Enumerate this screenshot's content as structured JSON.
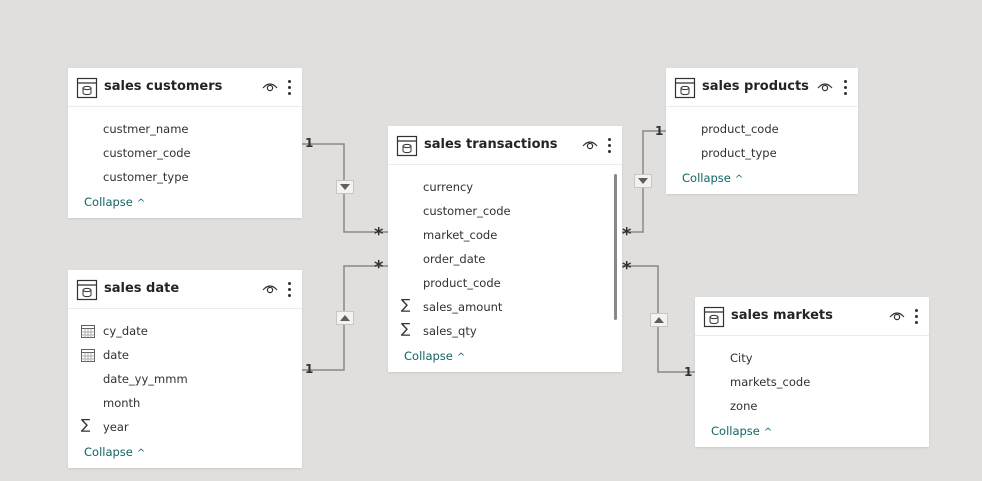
{
  "canvas": {
    "background": "#e1dfdd",
    "link_color": "#8a8886",
    "collapse_color": "#106466"
  },
  "tables": {
    "sales_customers": {
      "title": "sales customers",
      "fields": [
        "custmer_name",
        "customer_code",
        "customer_type"
      ],
      "collapse_label": "Collapse"
    },
    "sales_date": {
      "title": "sales date",
      "fields": [
        "cy_date",
        "date",
        "date_yy_mmm",
        "month",
        "year"
      ],
      "field_icons": [
        "calendar-icon",
        "calendar-icon",
        "",
        "",
        "sigma-icon"
      ],
      "collapse_label": "Collapse"
    },
    "sales_transactions": {
      "title": "sales transactions",
      "fields": [
        "currency",
        "customer_code",
        "market_code",
        "order_date",
        "product_code",
        "sales_amount",
        "sales_qty"
      ],
      "field_icons": [
        "",
        "",
        "",
        "",
        "",
        "sigma-icon",
        "sigma-icon"
      ],
      "collapse_label": "Collapse"
    },
    "sales_products": {
      "title": "sales products",
      "fields": [
        "product_code",
        "product_type"
      ],
      "collapse_label": "Collapse"
    },
    "sales_markets": {
      "title": "sales markets",
      "fields": [
        "City",
        "markets_code",
        "zone"
      ],
      "collapse_label": "Collapse"
    }
  },
  "relationships": [
    {
      "from": "sales customers",
      "to": "sales transactions",
      "from_card": "1",
      "to_card": "*"
    },
    {
      "from": "sales date",
      "to": "sales transactions",
      "from_card": "1",
      "to_card": "*"
    },
    {
      "from": "sales products",
      "to": "sales transactions",
      "from_card": "1",
      "to_card": "*"
    },
    {
      "from": "sales markets",
      "to": "sales transactions",
      "from_card": "1",
      "to_card": "*"
    }
  ],
  "icons": {
    "table": "table-icon",
    "visibility": "eye-icon",
    "more": "more-options-icon",
    "collapse": "chevron-up-icon"
  }
}
